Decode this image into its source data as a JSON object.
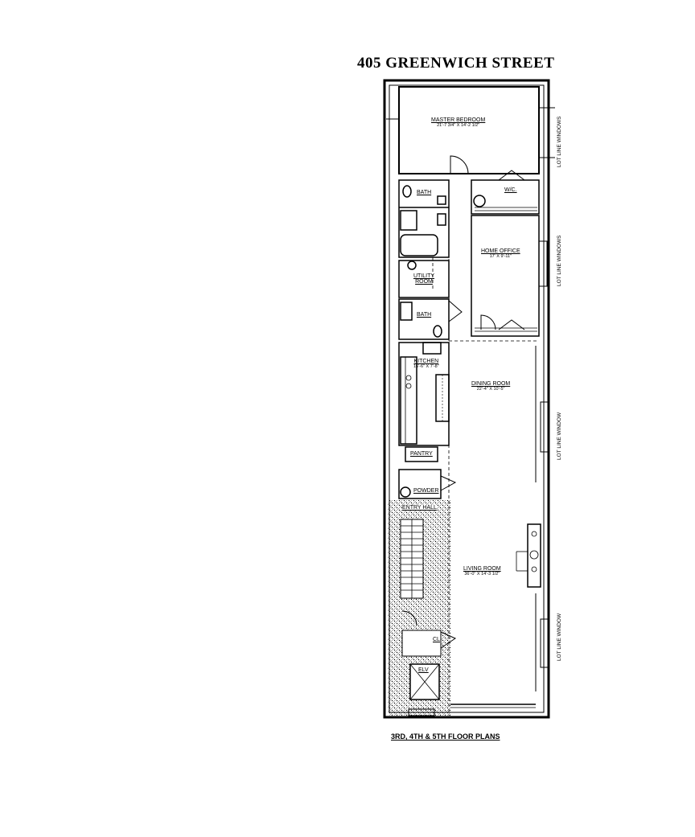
{
  "title": "405 GREENWICH STREET",
  "caption": "3RD, 4TH & 5TH FLOOR PLANS",
  "rooms": {
    "master_bedroom": {
      "name": "MASTER BEDROOM",
      "dims": "21'-7 3/4\" x 14'-2 1/2\""
    },
    "wic": {
      "name": "W/C."
    },
    "bath_upper": {
      "name": "BATH"
    },
    "home_office": {
      "name": "HOME OFFICE",
      "dims": "17' x 9'-11\""
    },
    "utility_room": {
      "name": "UTILITY ROOM"
    },
    "bath_lower": {
      "name": "BATH"
    },
    "kitchen": {
      "name": "KITCHEN",
      "dims": "16'-6\" x 7'-8\""
    },
    "dining_room": {
      "name": "DINING ROOM",
      "dims": "22'-4\" x 10'-5\""
    },
    "pantry": {
      "name": "PANTRY"
    },
    "powder": {
      "name": "POWDER"
    },
    "entry_hall": {
      "name": "ENTRY HALL"
    },
    "living_room": {
      "name": "LIVING ROOM",
      "dims": "36'-0\" x 14'-3 1/2\""
    },
    "elevator": {
      "name": "ELV"
    },
    "closet": {
      "name": "CL"
    }
  },
  "lot_line_labels": [
    "LOT LINE WINDOWS",
    "LOT LINE WINDOWS",
    "LOT LINE WINDOW",
    "LOT LINE WINDOW"
  ]
}
